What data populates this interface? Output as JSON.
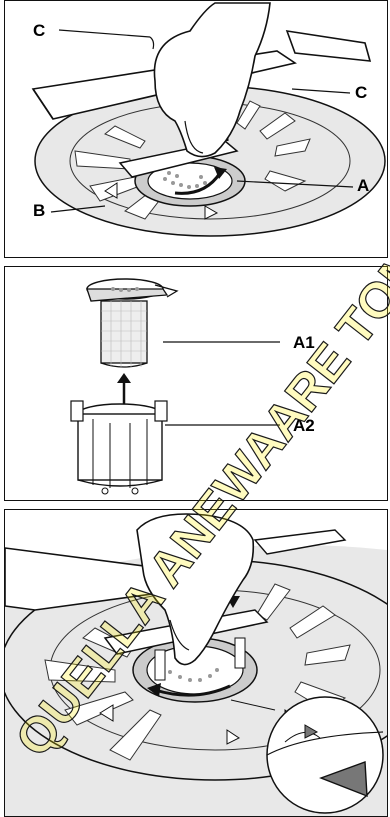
{
  "panel_top": {
    "label_c_left": "C",
    "label_c_right": "C",
    "label_a": "A",
    "label_b": "B"
  },
  "panel_middle": {
    "label_a1": "A1",
    "label_a2": "A2"
  },
  "watermark": {
    "text": "QUELLA ANEWAARE TOMAN.COM",
    "color": "#ffee00"
  }
}
